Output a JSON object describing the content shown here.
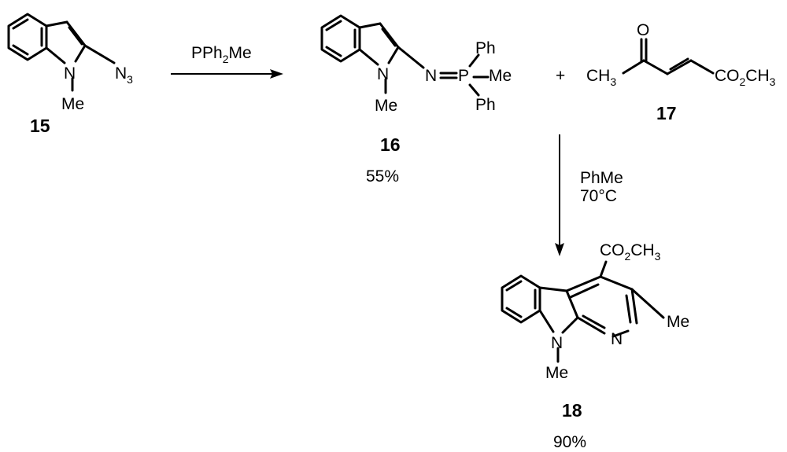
{
  "scheme": {
    "reagent_step1": {
      "main": "PPh",
      "sub": "2",
      "tail": "Me"
    },
    "conditions_step2": {
      "solvent": "PhMe",
      "temperature": "70°C"
    },
    "plus": "+",
    "compounds": {
      "c15": {
        "number": "15",
        "labels": {
          "n1": "N",
          "me": "Me",
          "n3_main": "N",
          "n3_sub": "3"
        }
      },
      "c16": {
        "number": "16",
        "yield": "55%",
        "labels": {
          "n1": "N",
          "me": "Me",
          "n_imine": "N",
          "p": "P",
          "ph_top": "Ph",
          "p_me": "Me",
          "ph_bottom": "Ph"
        }
      },
      "c17": {
        "number": "17",
        "labels": {
          "o": "O",
          "ch3_main": "CH",
          "ch3_sub": "3",
          "co2_a": "CO",
          "co2_sub1": "2",
          "co2_b": "CH",
          "co2_sub2": "3"
        }
      },
      "c18": {
        "number": "18",
        "yield": "90%",
        "labels": {
          "co2_a": "CO",
          "co2_sub1": "2",
          "co2_b": "CH",
          "co2_sub2": "3",
          "n_pyr": "N",
          "me_pyr": "Me",
          "n9": "N",
          "n9_me": "Me"
        }
      }
    }
  }
}
